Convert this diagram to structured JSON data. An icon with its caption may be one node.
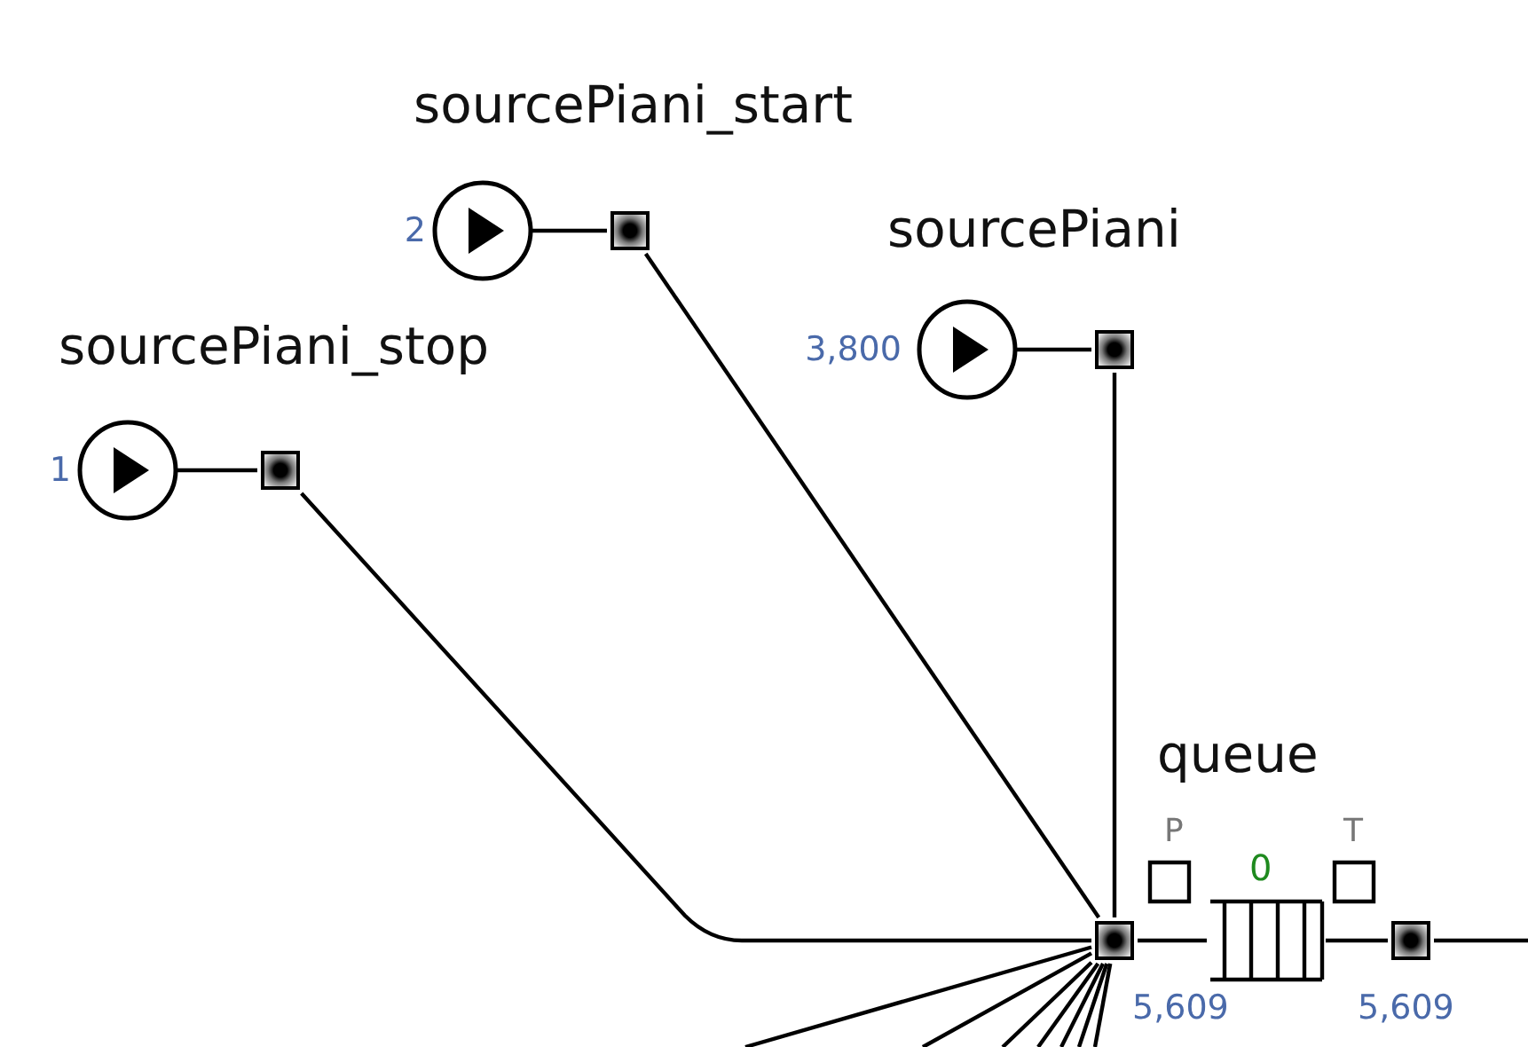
{
  "diagram": {
    "nodes": [
      {
        "text": [
          "sourcePiani_start"
        ],
        "beside": [
          "2"
        ]
      },
      {
        "text": [],
        "shape": "box"
      },
      {
        "text": [
          "sourcePiani"
        ],
        "beside": [
          "3,800"
        ]
      },
      {
        "text": [],
        "shape": "box"
      },
      {
        "text": [
          "sourcePiani_stop"
        ],
        "beside": [
          "1"
        ]
      },
      {
        "text": [],
        "shape": "box"
      },
      {
        "text": [],
        "shape": "box",
        "beside": [
          "5,609"
        ]
      },
      {
        "text": [
          "queue"
        ],
        "beside": [
          "0"
        ]
      },
      {
        "text": [],
        "shape": "box",
        "beside": [
          "5,609"
        ]
      }
    ],
    "edges": [
      {
        "from": 0,
        "to": 1,
        "arrow": "none"
      },
      {
        "from": 1,
        "to": 6,
        "arrow": "none"
      },
      {
        "from": 2,
        "to": 3,
        "arrow": "none"
      },
      {
        "from": 3,
        "to": 6,
        "arrow": "none"
      },
      {
        "from": 4,
        "to": 5,
        "arrow": "none"
      },
      {
        "from": 5,
        "to": 6,
        "arrow": "none"
      },
      {
        "from": 6,
        "to": 7,
        "arrow": "none"
      },
      {
        "from": 7,
        "to": 8,
        "arrow": "none"
      },
      {
        "from": 8,
        "to": null,
        "arrow": "none"
      },
      {
        "from": 6,
        "to": null,
        "arrow": "none"
      },
      {
        "from": 6,
        "to": null,
        "arrow": "none"
      },
      {
        "from": 6,
        "to": null,
        "arrow": "none"
      },
      {
        "from": 6,
        "to": null,
        "arrow": "none"
      },
      {
        "from": 6,
        "to": null,
        "arrow": "none"
      },
      {
        "from": 6,
        "to": null,
        "arrow": "none"
      },
      {
        "from": 6,
        "to": null,
        "arrow": "none"
      }
    ],
    "labels": [
      "P",
      "T"
    ]
  }
}
